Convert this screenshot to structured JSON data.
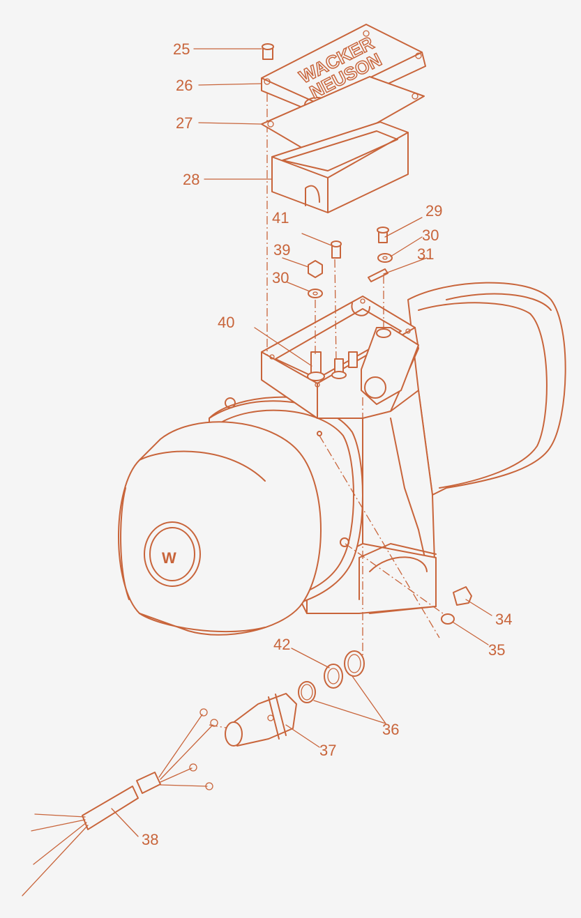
{
  "brand_color": "#c8643a",
  "background_color": "#f5f5f5",
  "logo": {
    "line1": "WACKER",
    "line2": "NEUSON",
    "badge_letter": "W"
  },
  "callouts": [
    {
      "id": "25",
      "label": "25"
    },
    {
      "id": "26",
      "label": "26"
    },
    {
      "id": "27",
      "label": "27"
    },
    {
      "id": "28",
      "label": "28"
    },
    {
      "id": "29",
      "label": "29"
    },
    {
      "id": "30a",
      "label": "30"
    },
    {
      "id": "31",
      "label": "31"
    },
    {
      "id": "41",
      "label": "41"
    },
    {
      "id": "39",
      "label": "39"
    },
    {
      "id": "30b",
      "label": "30"
    },
    {
      "id": "40",
      "label": "40"
    },
    {
      "id": "34",
      "label": "34"
    },
    {
      "id": "35",
      "label": "35"
    },
    {
      "id": "42",
      "label": "42"
    },
    {
      "id": "36",
      "label": "36"
    },
    {
      "id": "37",
      "label": "37"
    },
    {
      "id": "38",
      "label": "38"
    }
  ]
}
